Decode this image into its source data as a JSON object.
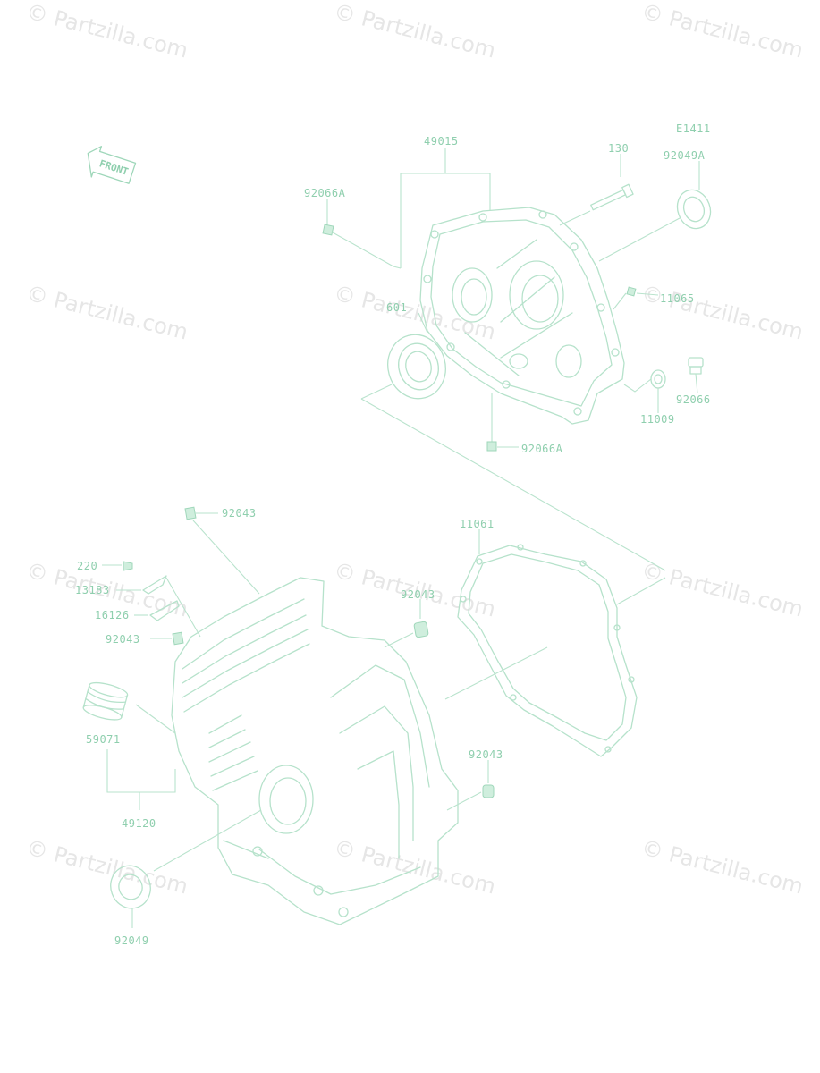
{
  "diagram_code": "E1411",
  "front_badge": "FRONT",
  "watermark_text": "© Partzilla.com",
  "colors": {
    "line": "#b6e2cb",
    "label": "#8fcfae",
    "watermark": "#e6e6e6"
  },
  "labels": {
    "p49015": "49015",
    "p130": "130",
    "p92049A": "92049A",
    "p92066A_top": "92066A",
    "p601": "601",
    "p11065": "11065",
    "p92066": "92066",
    "p11009": "11009",
    "p92066A_bottom": "92066A",
    "p92043_top": "92043",
    "p11061": "11061",
    "p220": "220",
    "p13183": "13183",
    "p92043_mid": "92043",
    "p16126": "16126",
    "p92043_left": "92043",
    "p59071": "59071",
    "p92043_right": "92043",
    "p49120": "49120",
    "p92049": "92049"
  }
}
